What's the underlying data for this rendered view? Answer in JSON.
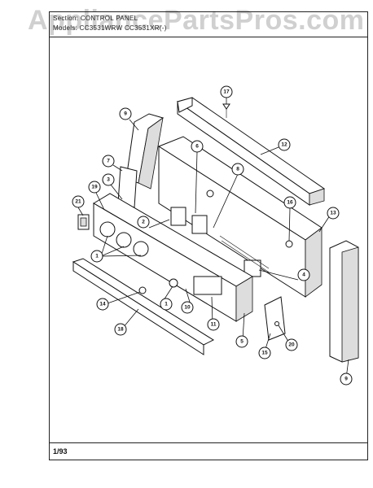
{
  "watermark": "AppliancePartsPros.com",
  "header": {
    "line1": "Section: CONTROL PANEL",
    "line2": "Models: CC3531WRW   CC3531XR(-)"
  },
  "footer": {
    "page": "1/93"
  },
  "callouts": [
    {
      "id": "c17",
      "label": "17"
    },
    {
      "id": "c12",
      "label": "12"
    },
    {
      "id": "c9a",
      "label": "9"
    },
    {
      "id": "c7",
      "label": "7"
    },
    {
      "id": "c6",
      "label": "6"
    },
    {
      "id": "c8",
      "label": "8"
    },
    {
      "id": "c3",
      "label": "3"
    },
    {
      "id": "c21",
      "label": "21"
    },
    {
      "id": "c19",
      "label": "19"
    },
    {
      "id": "c16",
      "label": "16"
    },
    {
      "id": "c13",
      "label": "13"
    },
    {
      "id": "c2",
      "label": "2"
    },
    {
      "id": "c1a",
      "label": "1"
    },
    {
      "id": "c4",
      "label": "4"
    },
    {
      "id": "c14",
      "label": "14"
    },
    {
      "id": "c1b",
      "label": "1"
    },
    {
      "id": "c10",
      "label": "10"
    },
    {
      "id": "c18",
      "label": "18"
    },
    {
      "id": "c11",
      "label": "11"
    },
    {
      "id": "c5",
      "label": "5"
    },
    {
      "id": "c15",
      "label": "15"
    },
    {
      "id": "c20",
      "label": "20"
    },
    {
      "id": "c9b",
      "label": "9"
    }
  ]
}
